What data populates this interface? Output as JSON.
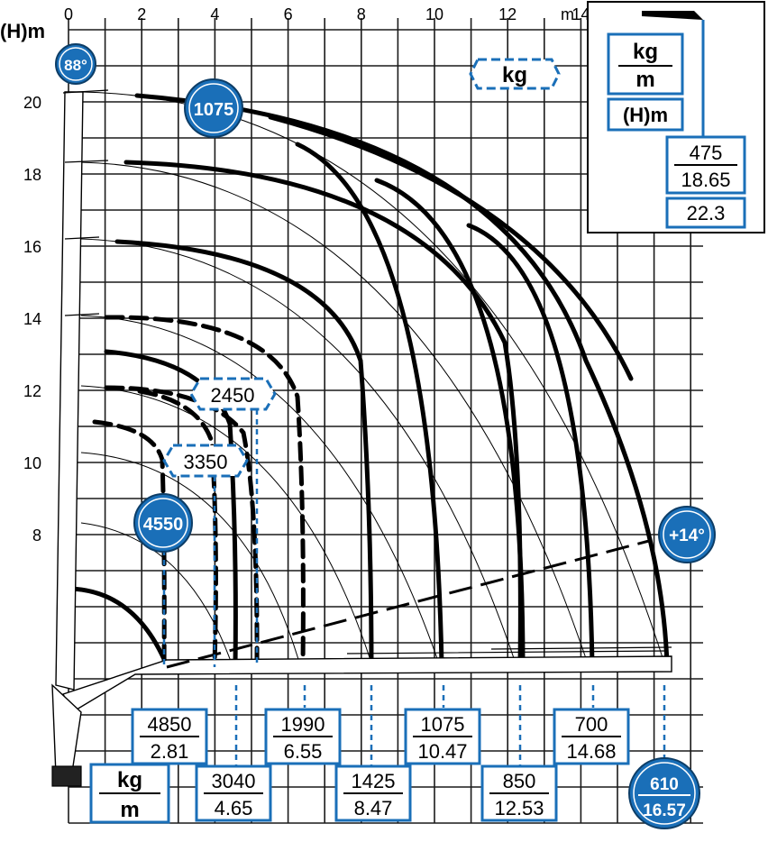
{
  "axes": {
    "x_unit": "m",
    "y_label": "(H)m",
    "x_ticks": [
      {
        "v": 0,
        "t": "0"
      },
      {
        "v": 2,
        "t": "2"
      },
      {
        "v": 4,
        "t": "4"
      },
      {
        "v": 6,
        "t": "6"
      },
      {
        "v": 8,
        "t": "8"
      },
      {
        "v": 10,
        "t": "10"
      },
      {
        "v": 12,
        "t": "12"
      },
      {
        "v": 14,
        "t": "14"
      }
    ],
    "y_ticks": [
      {
        "v": 8,
        "t": "8"
      },
      {
        "v": 10,
        "t": "10"
      },
      {
        "v": 12,
        "t": "12"
      },
      {
        "v": 14,
        "t": "14"
      },
      {
        "v": 16,
        "t": "16"
      },
      {
        "v": 18,
        "t": "18"
      },
      {
        "v": 20,
        "t": "20"
      }
    ]
  },
  "badges": {
    "angle_max": "88°",
    "angle_min": "+14°",
    "load_top": "1075",
    "load_left": "4550"
  },
  "hex_labels": {
    "unit_kg": "kg",
    "load_2450": "2450",
    "load_3350": "3350"
  },
  "legend": {
    "kg": "kg",
    "m": "m",
    "h": "(H)m",
    "kg_value": "475",
    "m_value": "18.65",
    "h_value": "22.3"
  },
  "bottom_legend": {
    "kg": "kg",
    "m": "m"
  },
  "load_boxes": [
    {
      "kg": "4850",
      "m": "2.81"
    },
    {
      "kg": "3040",
      "m": "4.65"
    },
    {
      "kg": "1990",
      "m": "6.55"
    },
    {
      "kg": "1425",
      "m": "8.47"
    },
    {
      "kg": "1075",
      "m": "10.47"
    },
    {
      "kg": "850",
      "m": "12.53"
    },
    {
      "kg": "700",
      "m": "14.68"
    }
  ],
  "last_load": {
    "kg": "610",
    "m": "16.57"
  },
  "colors": {
    "accent": "#1a6fb8",
    "line": "#000000",
    "grid": "#1a1a1a"
  }
}
